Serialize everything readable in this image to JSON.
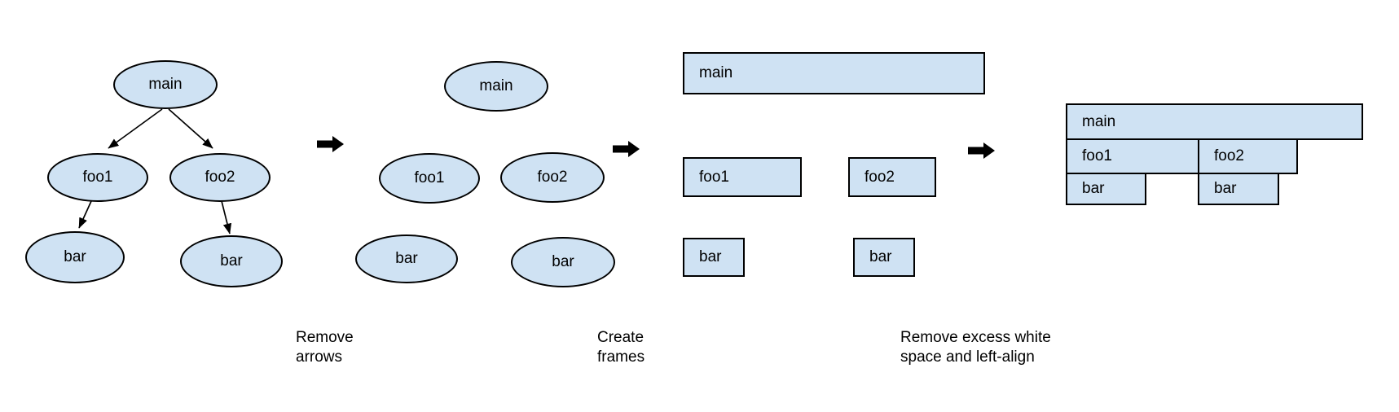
{
  "colors": {
    "background": "#ffffff",
    "node_fill": "#cfe2f3",
    "node_border": "#000000",
    "text": "#000000",
    "arrow": "#000000"
  },
  "panels": [
    {
      "shape": "ellipse",
      "nodes": [
        {
          "label": "main"
        },
        {
          "label": "foo1"
        },
        {
          "label": "foo2"
        },
        {
          "label": "bar"
        },
        {
          "label": "bar"
        }
      ]
    },
    {
      "shape": "ellipse",
      "nodes": [
        {
          "label": "main"
        },
        {
          "label": "foo1"
        },
        {
          "label": "foo2"
        },
        {
          "label": "bar"
        },
        {
          "label": "bar"
        }
      ]
    },
    {
      "shape": "rect",
      "nodes": [
        {
          "label": "main"
        },
        {
          "label": "foo1"
        },
        {
          "label": "foo2"
        },
        {
          "label": "bar"
        },
        {
          "label": "bar"
        }
      ]
    },
    {
      "shape": "rect",
      "nodes": [
        {
          "label": "main"
        },
        {
          "label": "foo1"
        },
        {
          "label": "foo2"
        },
        {
          "label": "bar"
        },
        {
          "label": "bar"
        }
      ]
    }
  ],
  "steps": [
    {
      "lines": [
        "Remove",
        "arrows"
      ]
    },
    {
      "lines": [
        "Create",
        "frames"
      ]
    },
    {
      "lines": [
        "Remove excess white",
        "space and left-align"
      ]
    }
  ]
}
